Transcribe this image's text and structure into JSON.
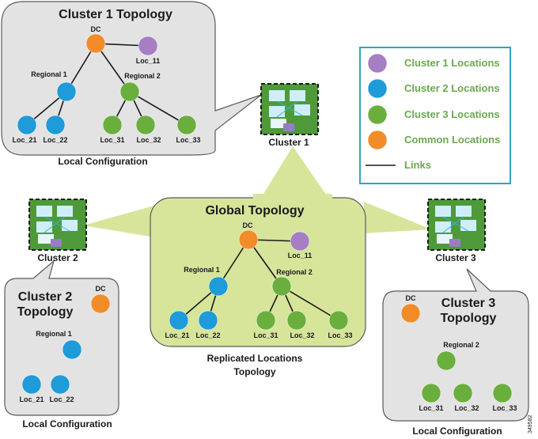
{
  "cluster1_box": {
    "title": "Cluster 1 Topology",
    "caption": "Local Configuration",
    "labels": {
      "dc": "DC",
      "loc11": "Loc_11",
      "reg1": "Regional 1",
      "reg2": "Regional 2",
      "loc21": "Loc_21",
      "loc22": "Loc_22",
      "loc31": "Loc_31",
      "loc32": "Loc_32",
      "loc33": "Loc_33"
    }
  },
  "global_box": {
    "title": "Global Topology",
    "caption_line1": "Replicated Locations",
    "caption_line2": "Topology",
    "labels": {
      "dc": "DC",
      "loc11": "Loc_11",
      "reg1": "Regional 1",
      "reg2": "Regional 2",
      "loc21": "Loc_21",
      "loc22": "Loc_22",
      "loc31": "Loc_31",
      "loc32": "Loc_32",
      "loc33": "Loc_33"
    }
  },
  "cluster2_box": {
    "title_line1": "Cluster 2",
    "title_line2": "Topology",
    "caption": "Local Configuration",
    "labels": {
      "dc": "DC",
      "reg1": "Regional 1",
      "loc21": "Loc_21",
      "loc22": "Loc_22"
    }
  },
  "cluster3_box": {
    "title_line1": "Cluster 3",
    "title_line2": "Topology",
    "caption": "Local Configuration",
    "labels": {
      "dc": "DC",
      "reg2": "Regional 2",
      "loc31": "Loc_31",
      "loc32": "Loc_32",
      "loc33": "Loc_33"
    }
  },
  "clusters": {
    "c1": "Cluster 1",
    "c2": "Cluster 2",
    "c3": "Cluster 3"
  },
  "legend": {
    "items": [
      {
        "label": "Cluster 1 Locations",
        "color": "#a57ec4"
      },
      {
        "label": "Cluster 2 Locations",
        "color": "#1e9bd8"
      },
      {
        "label": "Cluster 3 Locations",
        "color": "#6aaf3d"
      },
      {
        "label": "Common Locations",
        "color": "#f28c28"
      }
    ],
    "links_label": "Links",
    "border_color": "#2aa8b8"
  },
  "figure_id": "349582"
}
